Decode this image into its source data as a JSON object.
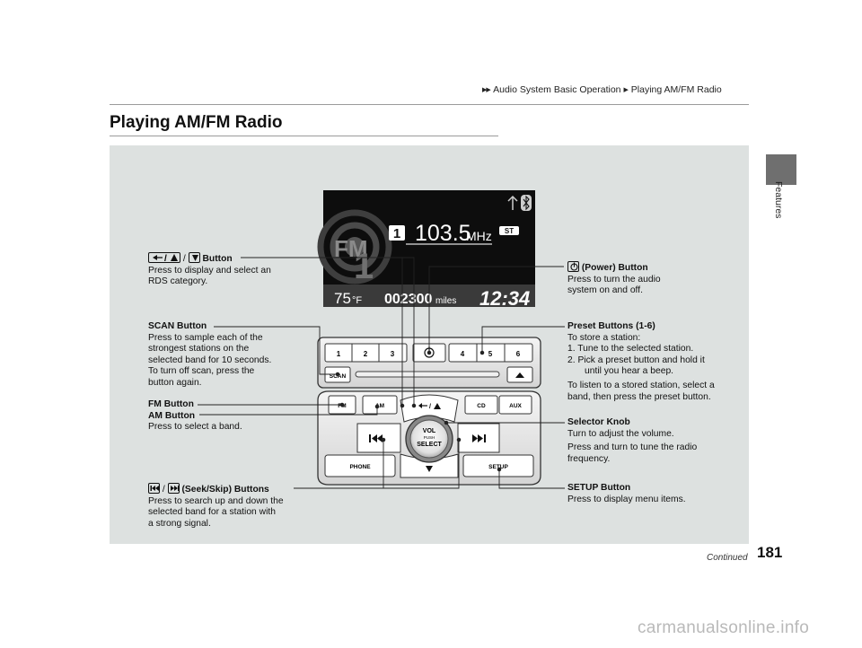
{
  "header": {
    "breadcrumb": [
      "Audio System Basic Operation",
      "Playing AM/FM Radio"
    ]
  },
  "page_title": "Playing AM/FM Radio",
  "side_tab": {
    "label": "Features"
  },
  "display": {
    "preset": "1",
    "frequency": "103.5",
    "unit": "MHz",
    "stereo": "ST",
    "band": "FM",
    "band_sub": "1",
    "temperature": "75°F",
    "temp_value": "75",
    "temp_unit": "°F",
    "odometer": "002300",
    "odometer_unit": "miles",
    "clock": "12:34"
  },
  "panel_labels": {
    "presets": [
      "1",
      "2",
      "3",
      "4",
      "5",
      "6"
    ],
    "scan": "SCAN",
    "fm": "FM",
    "am": "AM",
    "cd": "CD",
    "aux": "AUX",
    "phone": "PHONE",
    "setup": "SETUP",
    "vol": "VOL",
    "push": "PUSH",
    "select": "SELECT"
  },
  "annotations": {
    "rds": {
      "title": "Button",
      "sep": "/",
      "desc": [
        "Press to display and select an",
        "RDS category."
      ]
    },
    "power": {
      "title": "(Power) Button",
      "desc": [
        "Press to turn the audio",
        "system on and off."
      ]
    },
    "scan": {
      "title": "SCAN Button",
      "desc": [
        "Press to sample each of the",
        "strongest stations on the",
        "selected band for 10 seconds.",
        "To turn off scan, press the",
        "button again."
      ]
    },
    "preset": {
      "title": "Preset Buttons (1-6)",
      "intro": "To store a station:",
      "steps": [
        "1.  Tune to the selected station.",
        "2.  Pick a preset button and hold it",
        "until you hear a beep."
      ],
      "outro": [
        "To listen to a stored station, select a",
        "band, then press the preset button."
      ]
    },
    "fm_am": {
      "title1": "FM Button",
      "title2": "AM Button",
      "desc": "Press to select a band."
    },
    "selector": {
      "title": "Selector Knob",
      "desc1": "Turn to adjust the volume.",
      "desc2": [
        "Press and turn to tune the radio",
        "frequency."
      ]
    },
    "seek": {
      "sep": "/",
      "title": "(Seek/Skip) Buttons",
      "desc": [
        "Press to search up and down the",
        "selected band for a station with",
        "a strong signal."
      ]
    },
    "setup": {
      "title": "SETUP Button",
      "desc": "Press to display menu items."
    }
  },
  "footer": {
    "continued": "Continued",
    "page_number": "181",
    "watermark": "carmanualsonline.info"
  }
}
